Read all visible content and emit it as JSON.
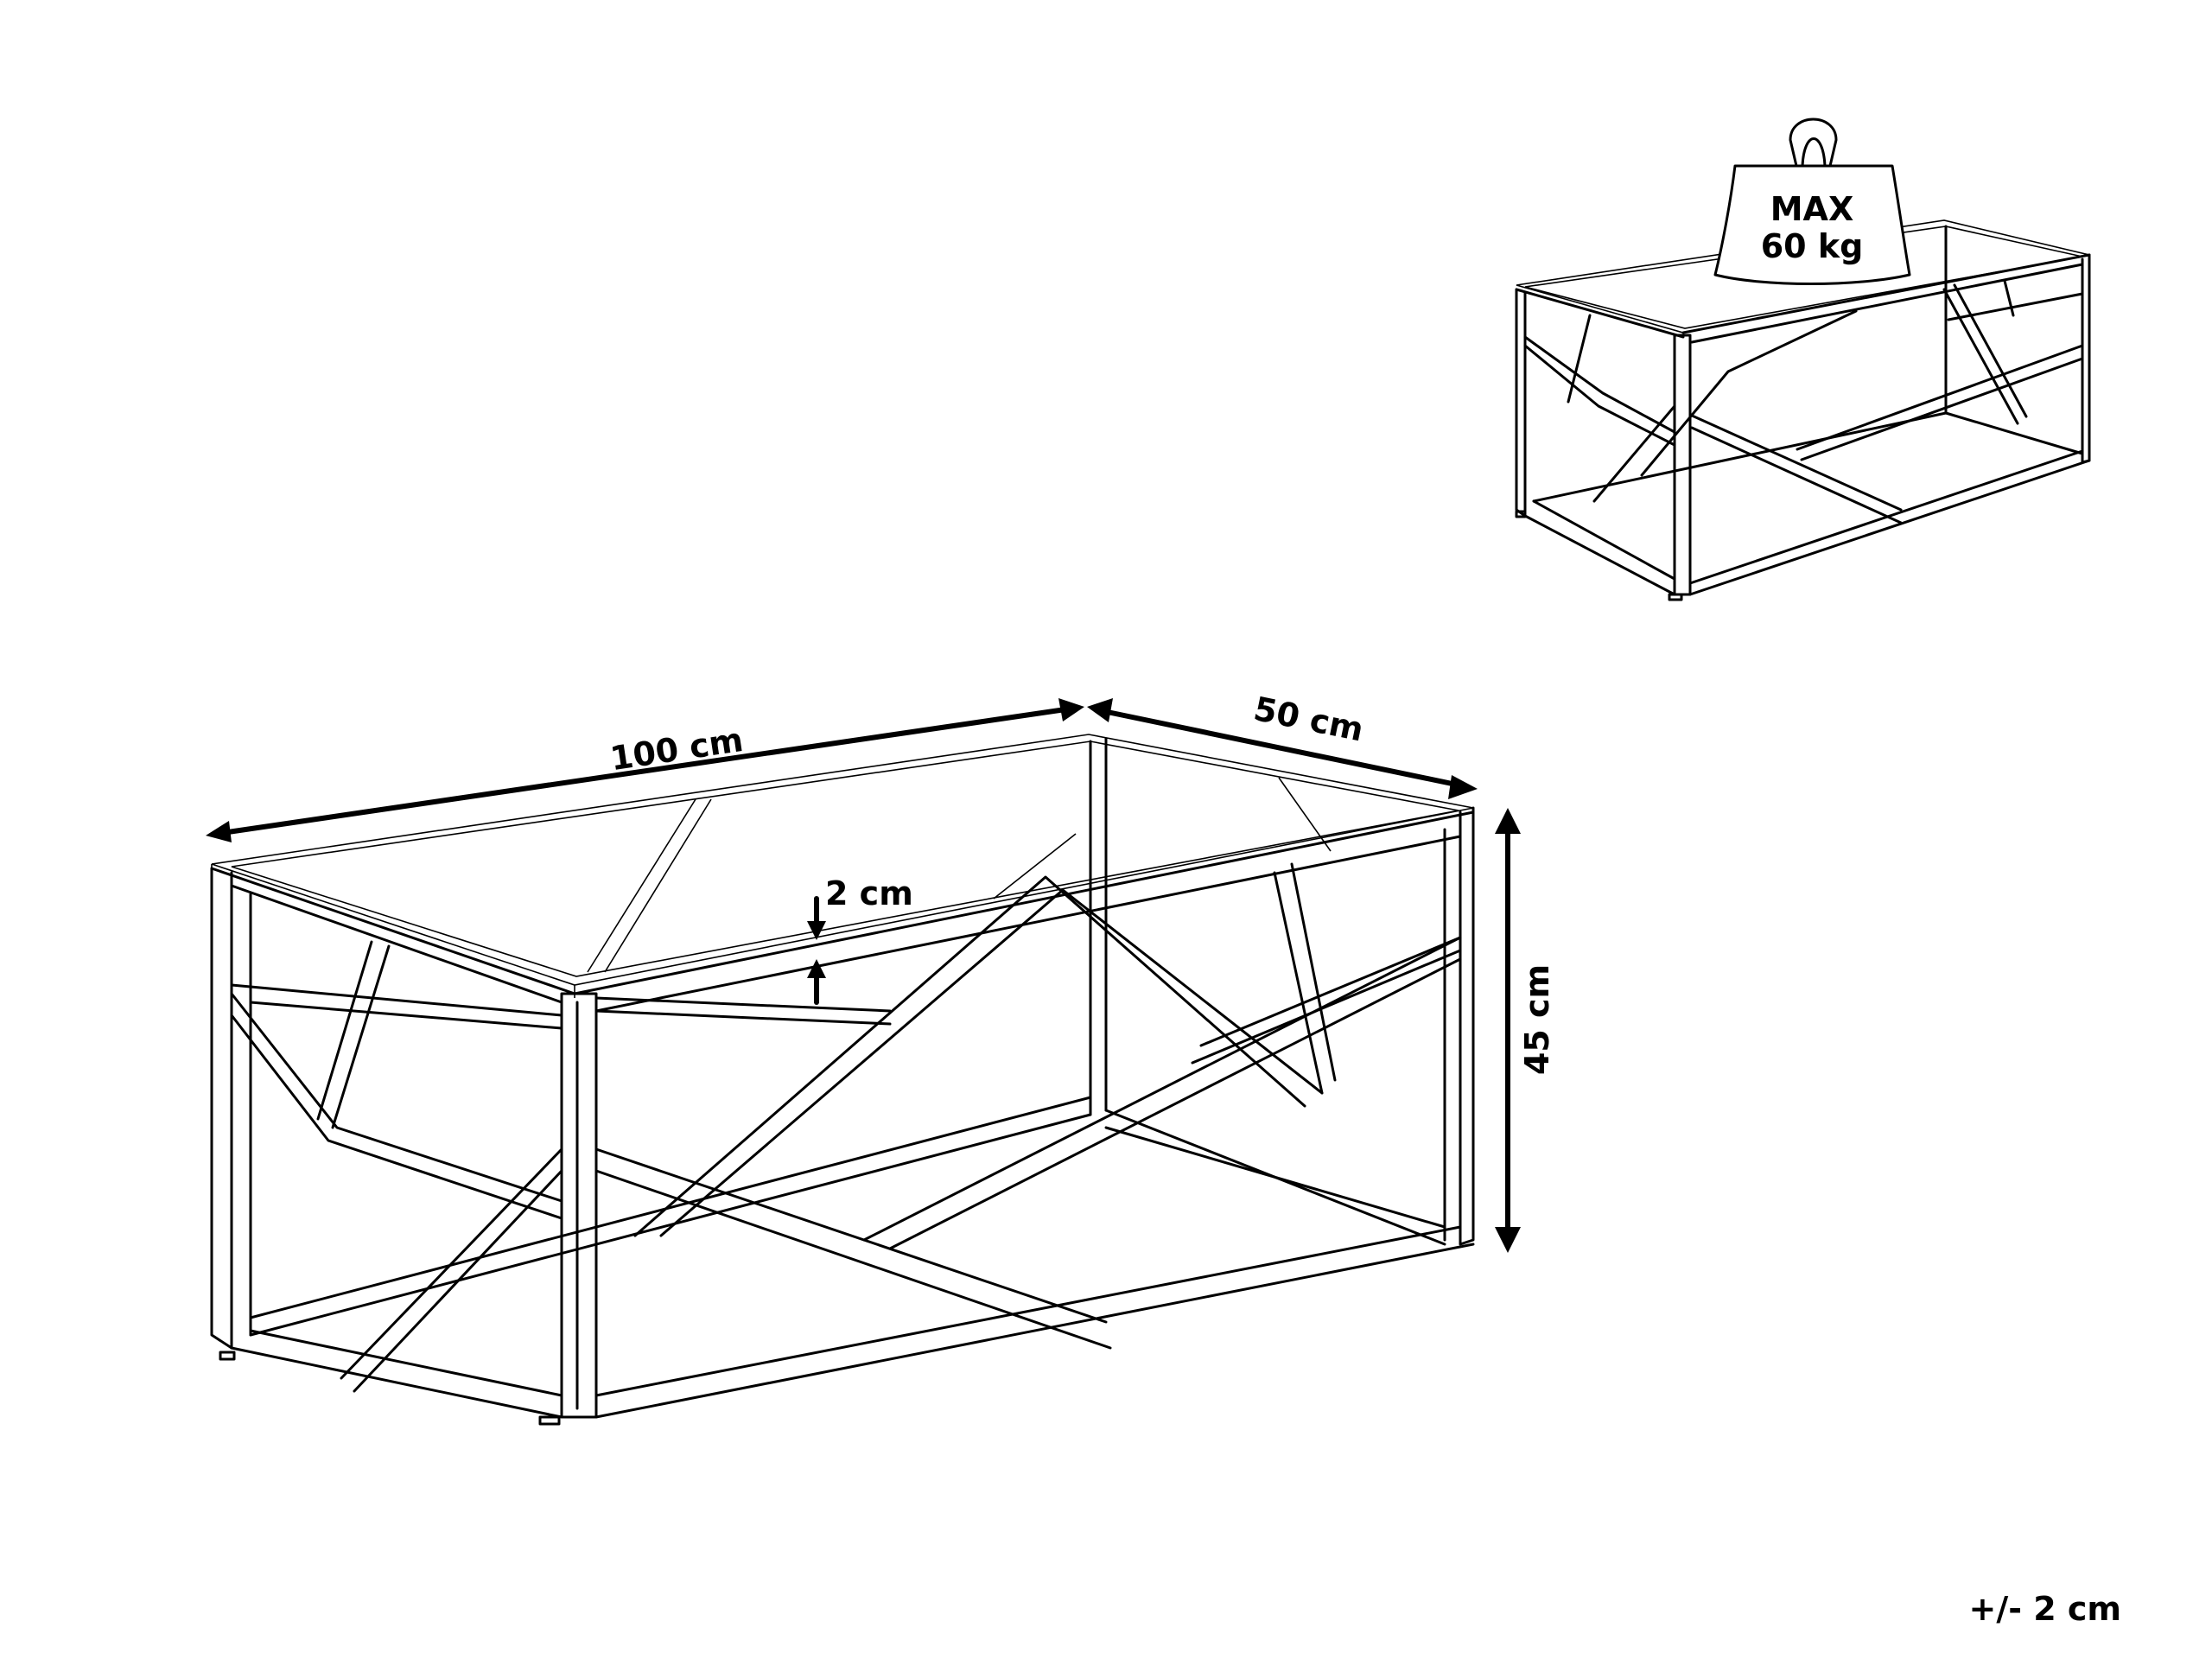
{
  "dimensions": {
    "width_label": "100 cm",
    "depth_label": "50 cm",
    "height_label": "45 cm",
    "glass_thickness_label": "2 cm",
    "tolerance_label": "+/- 2 cm"
  },
  "max_load": {
    "line1": "MAX",
    "line2": "60 kg"
  }
}
